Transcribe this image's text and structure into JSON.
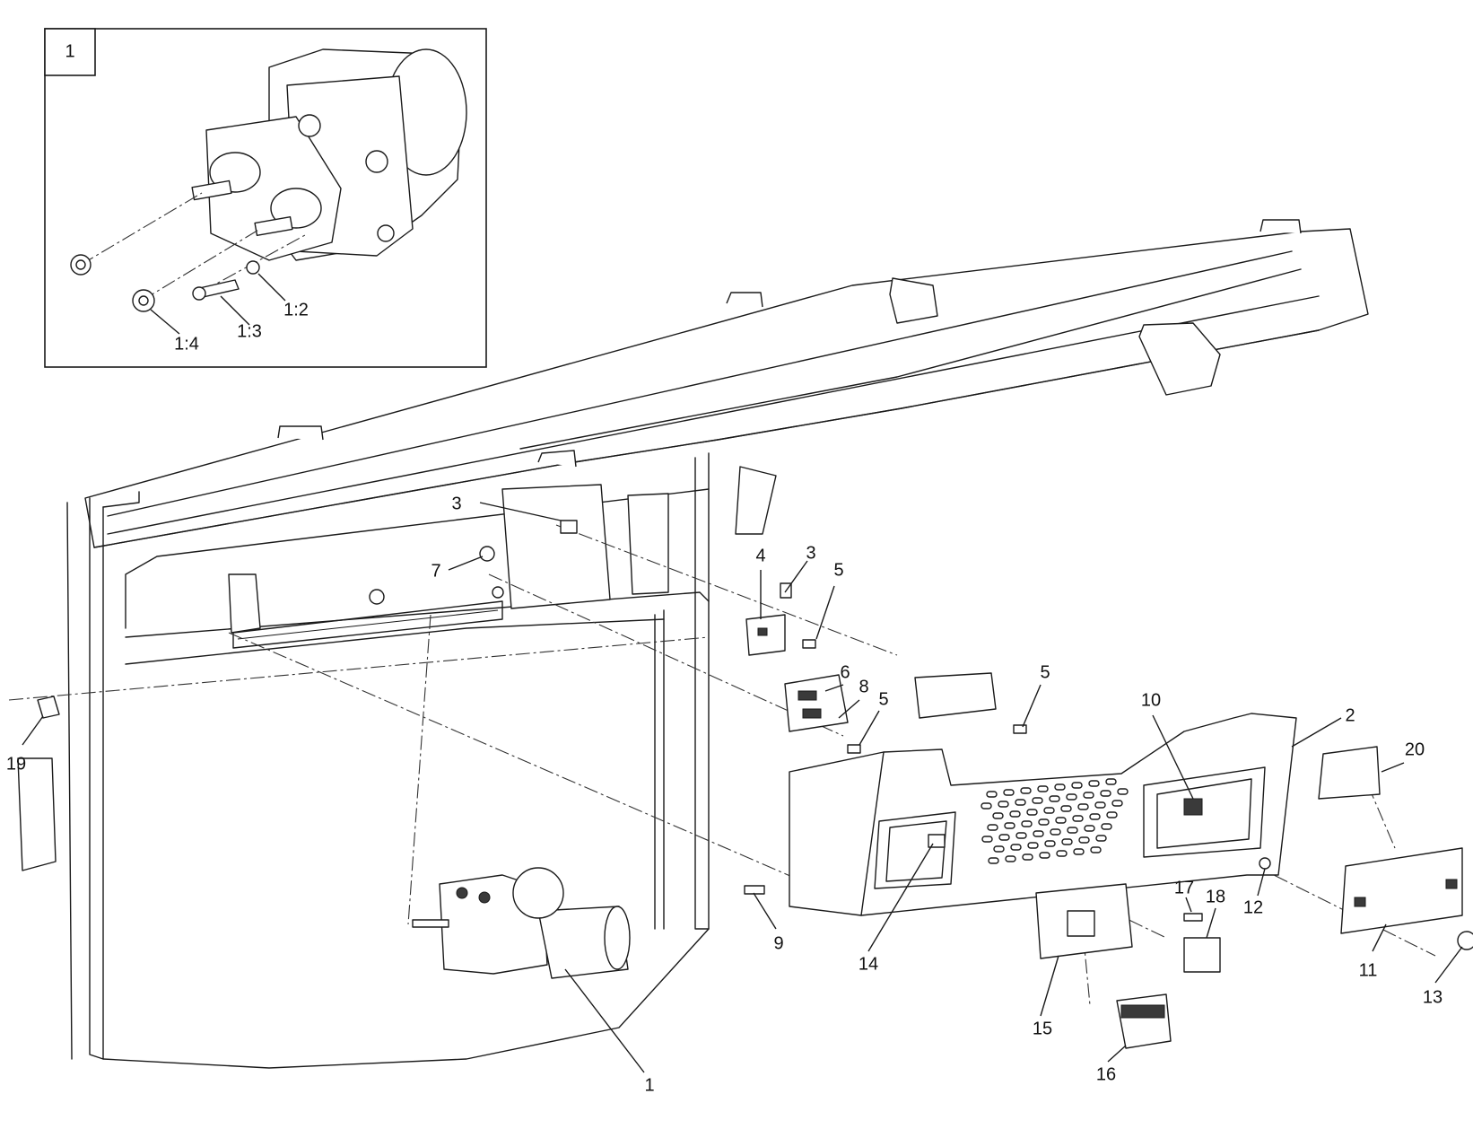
{
  "inset": {
    "title": "1",
    "callouts": [
      "1:2",
      "1:3",
      "1:4"
    ]
  },
  "callouts": [
    "1",
    "2",
    "3",
    "3",
    "4",
    "5",
    "5",
    "5",
    "6",
    "7",
    "8",
    "9",
    "10",
    "11",
    "12",
    "13",
    "14",
    "15",
    "16",
    "17",
    "18",
    "19",
    "20"
  ]
}
